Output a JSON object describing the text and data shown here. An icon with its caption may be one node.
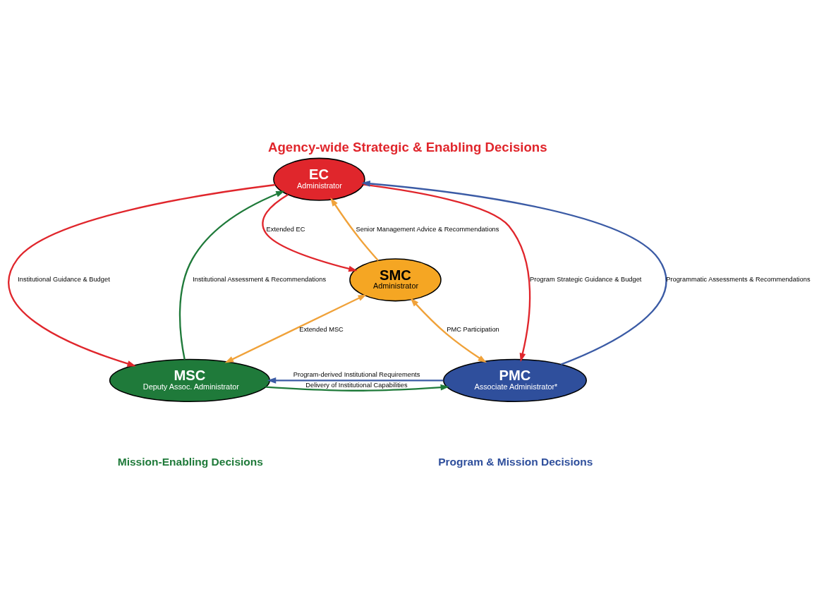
{
  "diagram": {
    "title": "Agency-wide Strategic & Enabling Decisions",
    "nodes": [
      {
        "text": [
          "EC",
          "Administrator"
        ]
      },
      {
        "text": [
          "SMC",
          "Administrator"
        ]
      },
      {
        "text": [
          "PMC",
          "Associate Administrator*"
        ]
      },
      {
        "text": [
          "MSC",
          "Deputy Assoc. Administrator"
        ]
      }
    ],
    "edges": [
      {
        "from": 2,
        "to": 0,
        "arrow": "to",
        "label": "Programmatic Assessments & Recommendations",
        "color": "#3b5ba5"
      },
      {
        "from": 0,
        "to": 2,
        "arrow": "to",
        "label": "Program Strategic Guidance & Budget",
        "color": "#e0262c"
      },
      {
        "from": 0,
        "to": 1,
        "arrow": "to",
        "label": "Extended EC",
        "color": "#e0262c"
      },
      {
        "from": 1,
        "to": 0,
        "arrow": "to",
        "label": "Senior Management Advice & Recommendations",
        "color": "#f0a23a"
      },
      {
        "from": 0,
        "to": 3,
        "arrow": "to",
        "label": "Institutional Guidance & Budget",
        "color": "#e0262c"
      },
      {
        "from": 3,
        "to": 0,
        "arrow": "to",
        "label": "Institutional Assessment & Recommendations",
        "color": "#1f7a3a"
      },
      {
        "from": 2,
        "to": 1,
        "arrow": "both",
        "label": "PMC Participation",
        "color": "#f0a23a"
      },
      {
        "from": 1,
        "to": 3,
        "arrow": "both",
        "label": "Extended MSC",
        "color": "#f0a23a"
      },
      {
        "from": 2,
        "to": 3,
        "arrow": "to",
        "label": "Program-derived Institutional Requirements",
        "color": "#3b5ba5"
      },
      {
        "from": 3,
        "to": 2,
        "arrow": "to",
        "label": "Delivery of Institutional Capabilities",
        "color": "#1f7a3a"
      }
    ],
    "labels": [
      "Program & Mission Decisions",
      "Mission-Enabling Decisions"
    ]
  }
}
